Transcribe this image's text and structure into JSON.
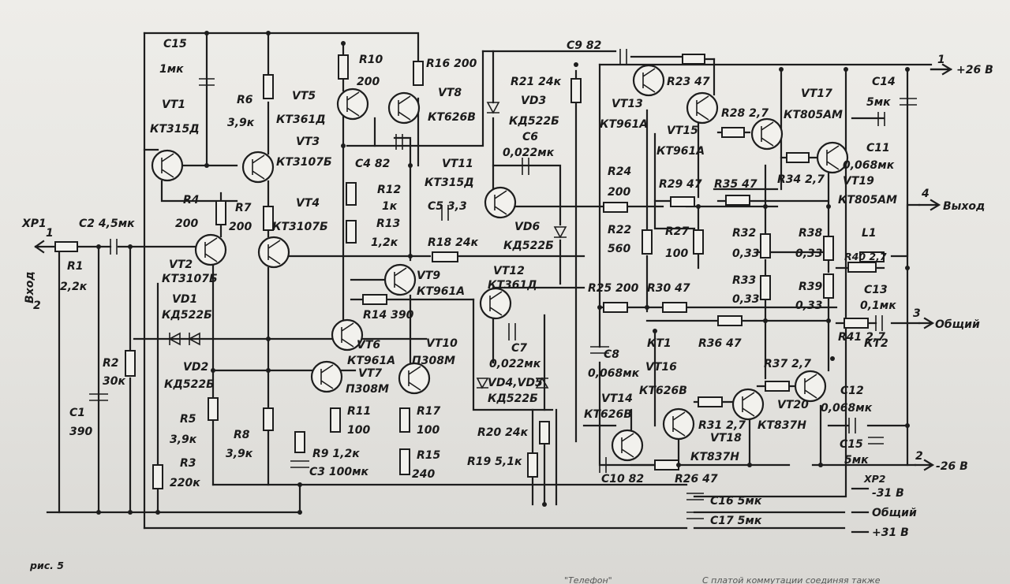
{
  "figure": {
    "caption": "рис. 5",
    "footer_text": [
      "\"Телефон\"",
      "С платой коммутации соединяя также"
    ]
  },
  "connectors": {
    "xp1": "XP1",
    "xp2": "XP2",
    "input_label": "Вход",
    "pin1_left": "1",
    "pin2_left": "2",
    "pin1_right": "1",
    "pin4_right": "4",
    "pin3_right": "3",
    "pin2_right": "2",
    "plus26": "+26 В",
    "minus26": "-26 В",
    "output": "Выход",
    "common": "Общий",
    "minus31": "-31 В",
    "common2": "Общий",
    "plus31": "+31 В",
    "kt1": "КТ1",
    "kt2": "КТ2"
  },
  "components": {
    "C15a_name": "С15",
    "C15a_val": "1мк",
    "VT1_name": "VT1",
    "VT1_type": "КТ315Д",
    "R6_name": "R6",
    "R6_val": "3,9к",
    "VT5_name": "VT5",
    "VT5_type": "КТ361Д",
    "VT3_name": "VT3",
    "VT3_type": "КТ3107Б",
    "R10_name": "R10",
    "R10_val": "200",
    "R16": "R16 200",
    "VT8_name": "VT8",
    "VT8_type": "КТ626В",
    "R21": "R21 24к",
    "VD3_name": "VD3",
    "VD3_type": "КД522Б",
    "C6_name": "C6",
    "C6_val": "0,022мк",
    "C9": "С9 82",
    "VT13_name": "VT13",
    "VT13_type": "КТ961А",
    "R23": "R23 47",
    "VT15_name": "VT15",
    "VT15_type": "КТ961А",
    "R28": "R28 2,7",
    "VT17_name": "VT17",
    "VT17_type": "КТ805АМ",
    "C14_name": "С14",
    "C14_val": "5мк",
    "C11_name": "С11",
    "C11_val": "0,068мк",
    "R34": "R34 2,7",
    "VT19_name": "VT19",
    "VT19_type": "КТ805АМ",
    "C4": "С4 82",
    "R12_name": "R12",
    "R12_val": "1к",
    "R13_name": "R13",
    "R13_val": "1,2к",
    "VT11_name": "VT11",
    "VT11_type": "КТ315Д",
    "C5": "С5 3,3",
    "R18": "R18 24к",
    "R24_name": "R24",
    "R24_val": "200",
    "R29": "R29 47",
    "R35": "R35 47",
    "R4_name": "R4",
    "R4_val": "200",
    "R7_name": "R7",
    "R7_val": "200",
    "VT4_name": "VT4",
    "VT4_type": "КТ3107Б",
    "VD6_name": "VD6",
    "VD6_type": "КД522Б",
    "R22_name": "R22",
    "R22_val": "560",
    "R27_name": "R27",
    "R27_val": "100",
    "R32_name": "R32",
    "R32_val": "0,33",
    "R38_name": "R38",
    "R38_val": "0,33",
    "L1": "L1",
    "R40": "R40 2,7",
    "C2": "С2 4,5мк",
    "R1_name": "R1",
    "R1_val": "2,2к",
    "VT2_name": "VT2",
    "VT2_type": "КТ3107Б",
    "VD1_name": "VD1",
    "VD1_type": "КД522Б",
    "VT9_name": "VT9",
    "VT9_type": "КТ961А",
    "VT12_name": "VT12",
    "VT12_type": "КТ361Д",
    "R25": "R25 200",
    "R30": "R30 47",
    "R33_name": "R33",
    "R33_val": "0,33",
    "R39_name": "R39",
    "R39_val": "0,33",
    "C13_name": "С13",
    "C13_val": "0,1мк",
    "R14": "R14 390",
    "C7_name": "С7",
    "C7_val": "0,022мк",
    "C8_name": "С8",
    "C8_val": "0,068мк",
    "R36": "R36 47",
    "R41": "R41 2,7",
    "VT6_name": "VT6",
    "VT6_type": "КТ961А",
    "VT7_name": "VT7",
    "VT7_type": "П308М",
    "VT10_name": "VT10",
    "VT10_type": "П308М",
    "VD2_name": "VD2",
    "VD2_type": "КД522Б",
    "R2_name": "R2",
    "R2_val": "30к",
    "VD4VD5_name": "VD4,VD5",
    "VD4VD5_type": "КД522Б",
    "VT16_name": "VT16",
    "VT16_type": "КТ626В",
    "R37": "R37 2,7",
    "C12_name": "С12",
    "C12_val": "0,068мк",
    "C1_name": "С1",
    "C1_val": "390",
    "R5_name": "R5",
    "R5_val": "3,9к",
    "R11_name": "R11",
    "R11_val": "100",
    "R17_name": "R17",
    "R17_val": "100",
    "VT14_name": "VT14",
    "VT14_type": "КТ626В",
    "R31": "R31 2,7",
    "VT20_name": "VT20",
    "VT20_type": "КТ837Н",
    "VT18_name": "VT18",
    "VT18_type": "КТ837Н",
    "R8_name": "R8",
    "R8_val": "3,9к",
    "R9": "R9 1,2к",
    "C3": "С3 100мк",
    "R15_name": "R15",
    "R15_val": "240",
    "R20": "R20 24к",
    "R19": "R19 5,1к",
    "C15b_name": "С15",
    "C15b_val": "5мк",
    "R3_name": "R3",
    "R3_val": "220к",
    "C10": "С10 82",
    "R26": "R26 47",
    "C16": "С16 5мк",
    "C17": "С17 5мк"
  }
}
